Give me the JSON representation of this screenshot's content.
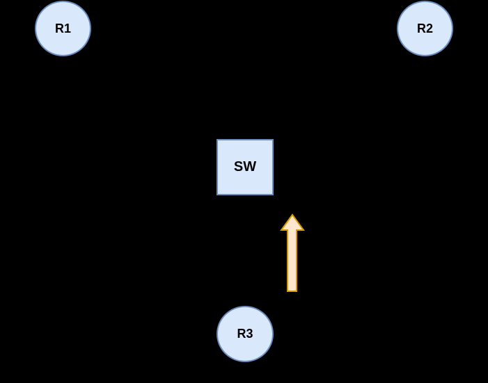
{
  "diagram": {
    "type": "network-topology",
    "nodes": [
      {
        "id": "r1",
        "label": "R1",
        "shape": "circle"
      },
      {
        "id": "r2",
        "label": "R2",
        "shape": "circle"
      },
      {
        "id": "sw",
        "label": "SW",
        "shape": "square"
      },
      {
        "id": "r3",
        "label": "R3",
        "shape": "circle"
      }
    ],
    "arrow": {
      "direction": "up",
      "from": "R3",
      "to": "SW"
    }
  },
  "colors": {
    "background": "#000000",
    "node_fill": "#dae8fc",
    "node_stroke": "#6c8ebf",
    "arrow_fill": "#ffe6cc",
    "arrow_stroke": "#d79b00",
    "label_color": "#000000"
  }
}
